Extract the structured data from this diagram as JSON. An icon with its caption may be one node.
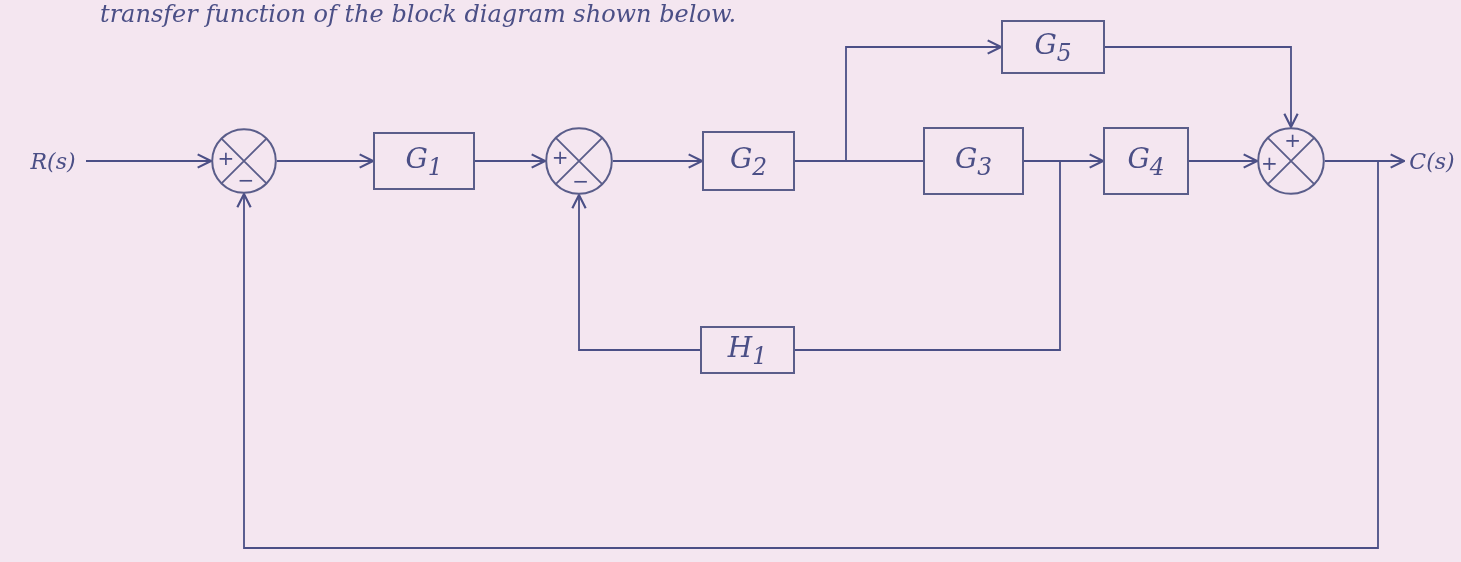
{
  "diagram": {
    "nodes": [
      {
        "text": [
          "+",
          "−"
        ]
      },
      {
        "text": [
          "G$_{1}$"
        ]
      },
      {
        "text": [
          "+",
          "−"
        ]
      },
      {
        "text": [
          "G$_{2}$"
        ]
      },
      {
        "text": [
          "G$_{3}$"
        ]
      },
      {
        "text": [
          "G$_{4}$"
        ]
      },
      {
        "text": [
          "G$_{5}$"
        ]
      },
      {
        "text": [
          "+",
          "+"
        ]
      },
      {
        "text": [
          "H$_{1}$"
        ]
      },
      {
        "text": [
          "R(s)"
        ]
      },
      {
        "text": [
          "C(s)"
        ]
      }
    ],
    "edges": [
      {
        "from": 9,
        "to": 0,
        "arrow": "to"
      },
      {
        "from": 0,
        "to": 1,
        "arrow": "to"
      },
      {
        "from": 1,
        "to": 2,
        "arrow": "to"
      },
      {
        "from": 2,
        "to": 3,
        "arrow": "to"
      },
      {
        "from": 3,
        "to": 4,
        "arrow": "none"
      },
      {
        "from": 3,
        "to": 6,
        "arrow": "to"
      },
      {
        "from": 4,
        "to": 5,
        "arrow": "to"
      },
      {
        "from": 4,
        "to": 8,
        "arrow": "none"
      },
      {
        "from": 8,
        "to": 2,
        "arrow": "to"
      },
      {
        "from": 5,
        "to": 7,
        "arrow": "to"
      },
      {
        "from": 6,
        "to": 7,
        "arrow": "to"
      },
      {
        "from": 7,
        "to": 10,
        "arrow": "to"
      },
      {
        "from": 7,
        "to": 0,
        "arrow": "to"
      }
    ],
    "labels": [
      "transfer function of the block diagram shown below."
    ]
  }
}
